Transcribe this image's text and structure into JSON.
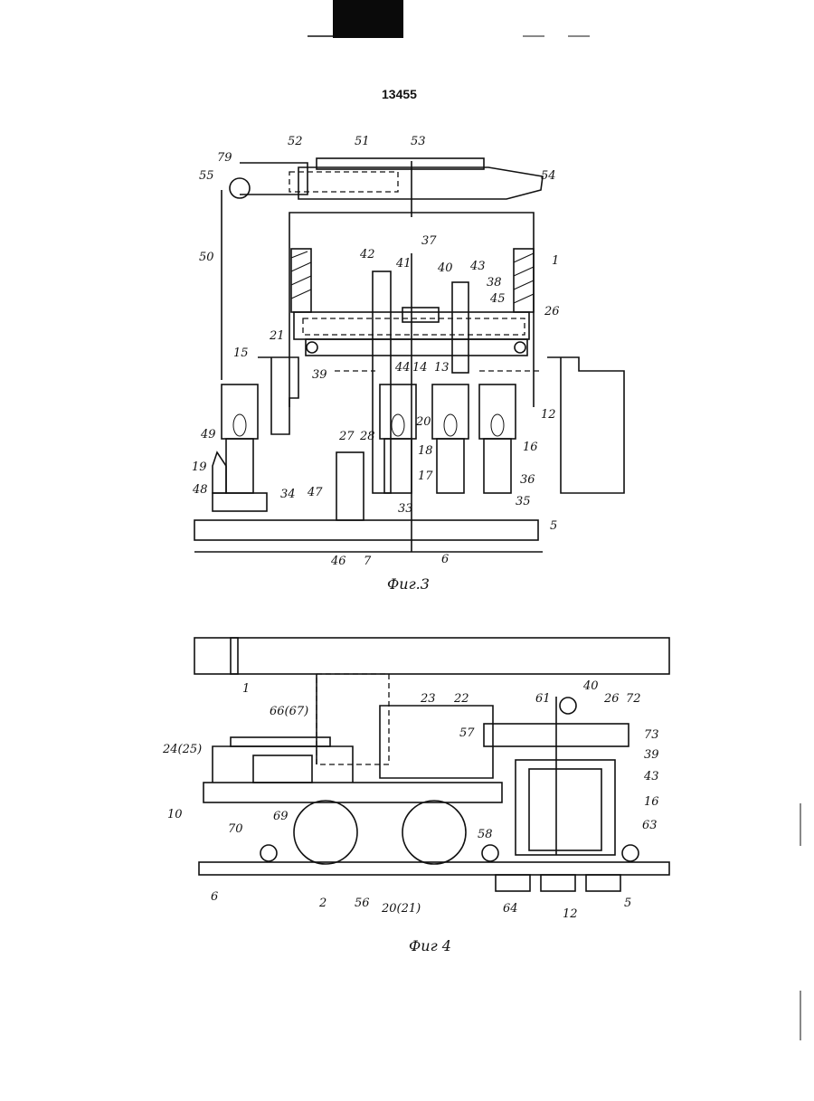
{
  "document": {
    "page_number": "13455",
    "figures": [
      {
        "caption": "Фиг.3",
        "labels": [
          "79",
          "52",
          "51",
          "53",
          "55",
          "54",
          "50",
          "1",
          "37",
          "42",
          "41",
          "40",
          "43",
          "38",
          "45",
          "26",
          "39",
          "44",
          "14",
          "13",
          "21",
          "15",
          "12",
          "20",
          "18",
          "16",
          "17",
          "36",
          "35",
          "49",
          "19",
          "27",
          "28",
          "48",
          "47",
          "34",
          "33",
          "46",
          "7",
          "6",
          "5"
        ]
      },
      {
        "caption": "Фиг 4",
        "labels": [
          "1",
          "23",
          "22",
          "61",
          "40",
          "26",
          "72",
          "73",
          "66(67)",
          "57",
          "39",
          "43",
          "24(25)",
          "16",
          "10",
          "70",
          "69",
          "58",
          "63",
          "6",
          "2",
          "56",
          "20(21)",
          "64",
          "12",
          "5"
        ]
      }
    ]
  }
}
